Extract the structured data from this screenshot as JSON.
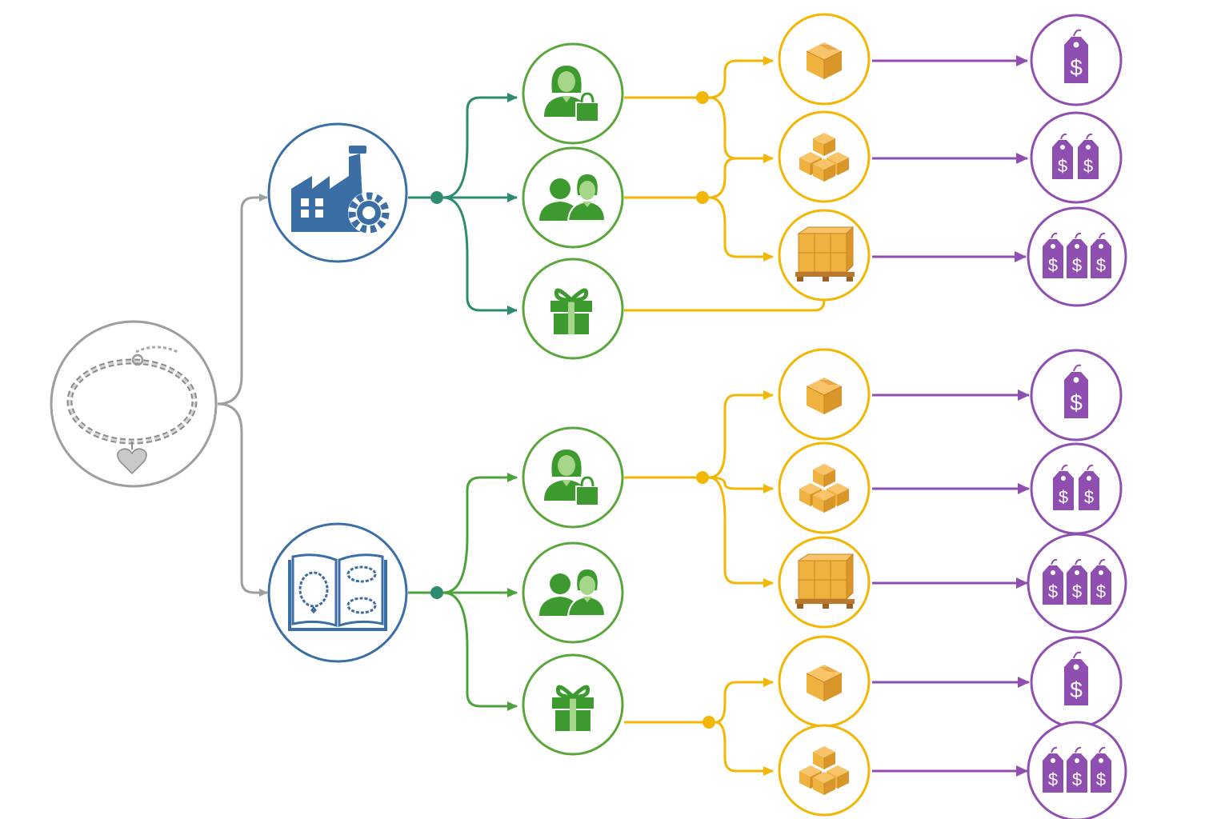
{
  "colors": {
    "product": "#9e9e9e",
    "channel": "#3a6ea5",
    "customer": "#5aa63a",
    "customer_icon": "#3d9a2f",
    "connector_teal": "#2e8b6f",
    "package": "#f2b705",
    "package_icon": "#f0b23e",
    "price": "#8e4fb0"
  },
  "nodes": {
    "product": {
      "icon": "bracelet-icon"
    },
    "channels": [
      {
        "key": "manufacturer",
        "icon": "factory-icon"
      },
      {
        "key": "catalog",
        "icon": "catalog-book-icon"
      }
    ],
    "customers": [
      {
        "key": "a-shopper",
        "icon": "shopper-icon"
      },
      {
        "key": "a-couple",
        "icon": "couple-icon"
      },
      {
        "key": "a-gift",
        "icon": "gift-icon"
      },
      {
        "key": "b-shopper",
        "icon": "shopper-icon"
      },
      {
        "key": "b-couple",
        "icon": "couple-icon"
      },
      {
        "key": "b-gift",
        "icon": "gift-icon"
      }
    ],
    "packages": [
      {
        "key": "a-single",
        "icon": "single-box-icon"
      },
      {
        "key": "a-stack",
        "icon": "box-stack-icon"
      },
      {
        "key": "a-pallet",
        "icon": "pallet-icon"
      },
      {
        "key": "b-single",
        "icon": "single-box-icon"
      },
      {
        "key": "b-stack",
        "icon": "box-stack-icon"
      },
      {
        "key": "b-pallet",
        "icon": "pallet-icon"
      },
      {
        "key": "c-single",
        "icon": "single-box-icon"
      },
      {
        "key": "c-stack",
        "icon": "box-stack-icon"
      }
    ],
    "prices": [
      {
        "key": "a-single",
        "symbol": "$",
        "tags": 1
      },
      {
        "key": "a-stack",
        "symbol": "$",
        "tags": 2
      },
      {
        "key": "a-pallet",
        "symbol": "$",
        "tags": 3
      },
      {
        "key": "b-single",
        "symbol": "$",
        "tags": 1
      },
      {
        "key": "b-stack",
        "symbol": "$",
        "tags": 2
      },
      {
        "key": "b-pallet",
        "symbol": "$",
        "tags": 3
      },
      {
        "key": "c-single",
        "symbol": "$",
        "tags": 1
      },
      {
        "key": "c-stack",
        "symbol": "$",
        "tags": 3
      }
    ]
  }
}
